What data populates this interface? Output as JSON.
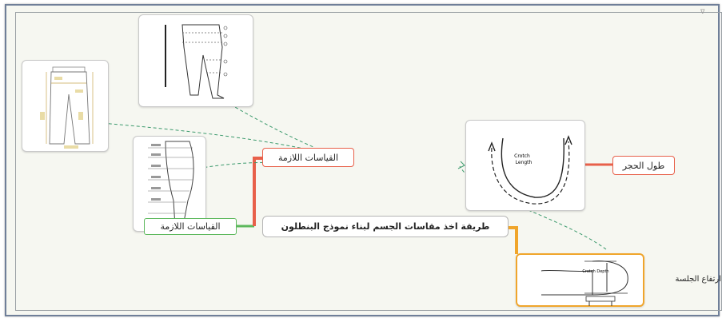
{
  "mindmap": {
    "central": "طريقة اخذ  مقاسات الجسم لبناء نموذج البنطلون",
    "nodes": {
      "left_branch": "القياسات اللازمة",
      "upper_branch": "القياسات اللازمة",
      "crotch_length": "طول الحجر",
      "seat_height": "ارتفاع الجلسة"
    },
    "image_labels": {
      "crotch": [
        "Crotch",
        "Length"
      ],
      "seat": "Crotch Depth"
    },
    "collapse_marker": "ᐁ"
  },
  "colors": {
    "orange": "#f0a52b",
    "red": "#e8604a",
    "green": "#5cb85c",
    "connector": "#3c9a6d"
  }
}
